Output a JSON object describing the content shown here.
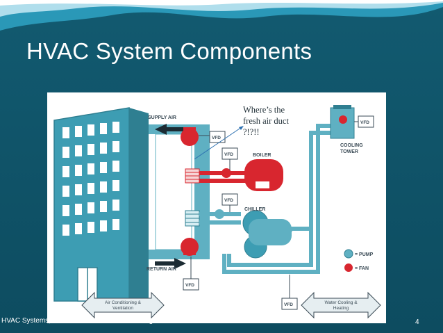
{
  "slide": {
    "title": "HVAC System Components",
    "footer_left": "HVAC Systems, HRB Controls & Troubleshooting",
    "page_number": "4"
  },
  "callout": {
    "line1": "Where’s the",
    "line2": "fresh air duct",
    "line3": "?!?!!"
  },
  "labels": {
    "supply_air": "SUPPLY AIR",
    "return_air": "RETURN AIR",
    "boiler": "BOILER",
    "chiller": "CHILLER",
    "cooling_tower_1": "COOLING",
    "cooling_tower_2": "TOWER",
    "vfd": "VFD",
    "pump_legend": "= PUMP",
    "fan_legend": "= FAN",
    "air_cond_1": "Air Conditioning &",
    "air_cond_2": "Ventilation",
    "water_1": "Water Cooling &",
    "water_2": "Heating"
  },
  "colors": {
    "pipe": "#5fb0c2",
    "pipe_dark": "#2f7f91",
    "building": "#3d9db3",
    "fan_red": "#d8262f",
    "vfd_border": "#3a4a55"
  }
}
